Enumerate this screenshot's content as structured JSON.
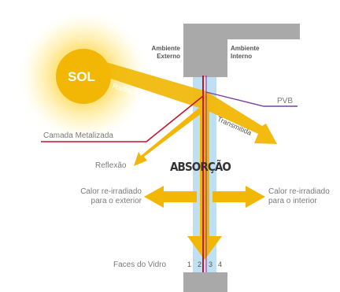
{
  "sun": {
    "label": "SOL",
    "color": "#f2b705"
  },
  "ambient": {
    "external": [
      "Ambiente",
      "Externo"
    ],
    "internal": [
      "Ambiente",
      "Interno"
    ]
  },
  "labels": {
    "incident": "Radiação solar incidente",
    "transmitted": "Transmitida",
    "pvb": "PVB",
    "metallic_layer": "Camada Metalizada",
    "reflection": "Reflexão",
    "absorption": "ABSORÇÃO",
    "reradiated_exterior": [
      "Calor re-irradiado",
      "para o exterior"
    ],
    "reradiated_interior": [
      "Calor re-irradiado",
      "para o interior"
    ],
    "glass_faces": "Faces do Vidro",
    "face_numbers": [
      "1",
      "2",
      "3",
      "4"
    ]
  },
  "colors": {
    "arrow": "#f2b705",
    "frame": "#a9a9a9",
    "glass": "#bfe0f3",
    "metallic": "#c8102e",
    "pvb": "#7b3fa0",
    "text": "#7a7a7a"
  }
}
